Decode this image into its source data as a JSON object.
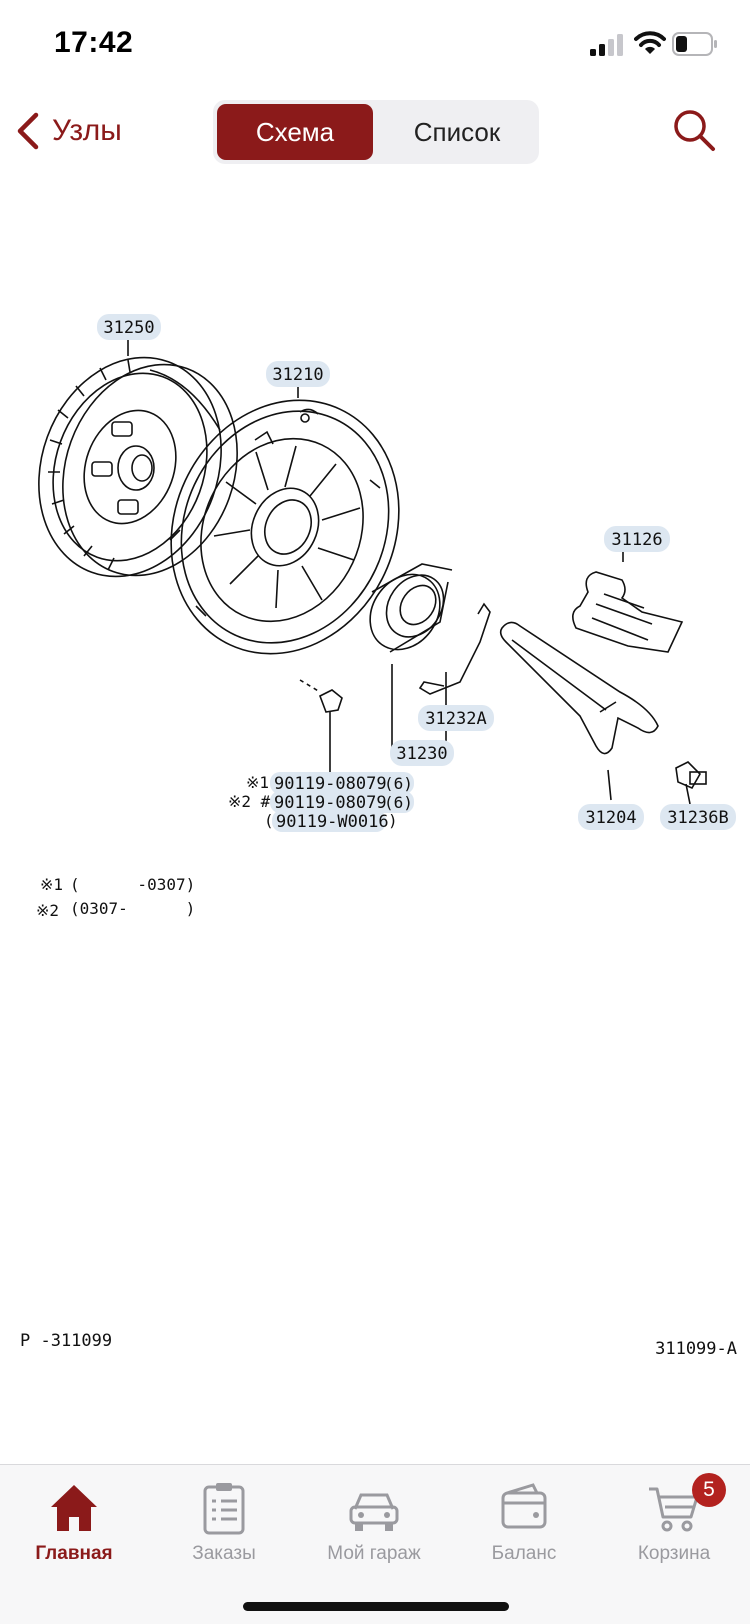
{
  "status": {
    "time": "17:42"
  },
  "header": {
    "back_label": "Узлы",
    "segments": [
      {
        "label": "Схема",
        "active": true
      },
      {
        "label": "Список",
        "active": false
      }
    ]
  },
  "diagram": {
    "callouts": {
      "c31250": "31250",
      "c31210": "31210",
      "c31126": "31126",
      "c31232A": "31232A",
      "c31230": "31230",
      "c31204": "31204",
      "c31236B": "31236B",
      "bolt1": "90119-08079",
      "bolt2": "90119-08079",
      "bolt3": "90119-W0016"
    },
    "bolt_qty1": "(6)",
    "bolt_qty2": "(6)",
    "bolt_mark1": "※1",
    "bolt_mark2": "※2 #",
    "bolt_paren_open": "(",
    "bolt_paren_close": ")",
    "notes": [
      {
        "mark": "※1",
        "text": "(      -0307)"
      },
      {
        "mark": "※2",
        "text": "(0307-      )"
      }
    ],
    "ref_left": "P -311099",
    "ref_right": "311099-A"
  },
  "tabbar": {
    "tabs": [
      {
        "label": "Главная",
        "icon": "home-icon",
        "active": true
      },
      {
        "label": "Заказы",
        "icon": "clipboard-list-icon",
        "active": false
      },
      {
        "label": "Мой гараж",
        "icon": "car-icon",
        "active": false
      },
      {
        "label": "Баланс",
        "icon": "wallet-icon",
        "active": false
      },
      {
        "label": "Корзина",
        "icon": "cart-icon",
        "active": false
      }
    ],
    "cart_badge": "5"
  },
  "colors": {
    "accent": "#8b1a1a",
    "badge": "#b3221f",
    "callout_bg": "#dde7f1"
  }
}
